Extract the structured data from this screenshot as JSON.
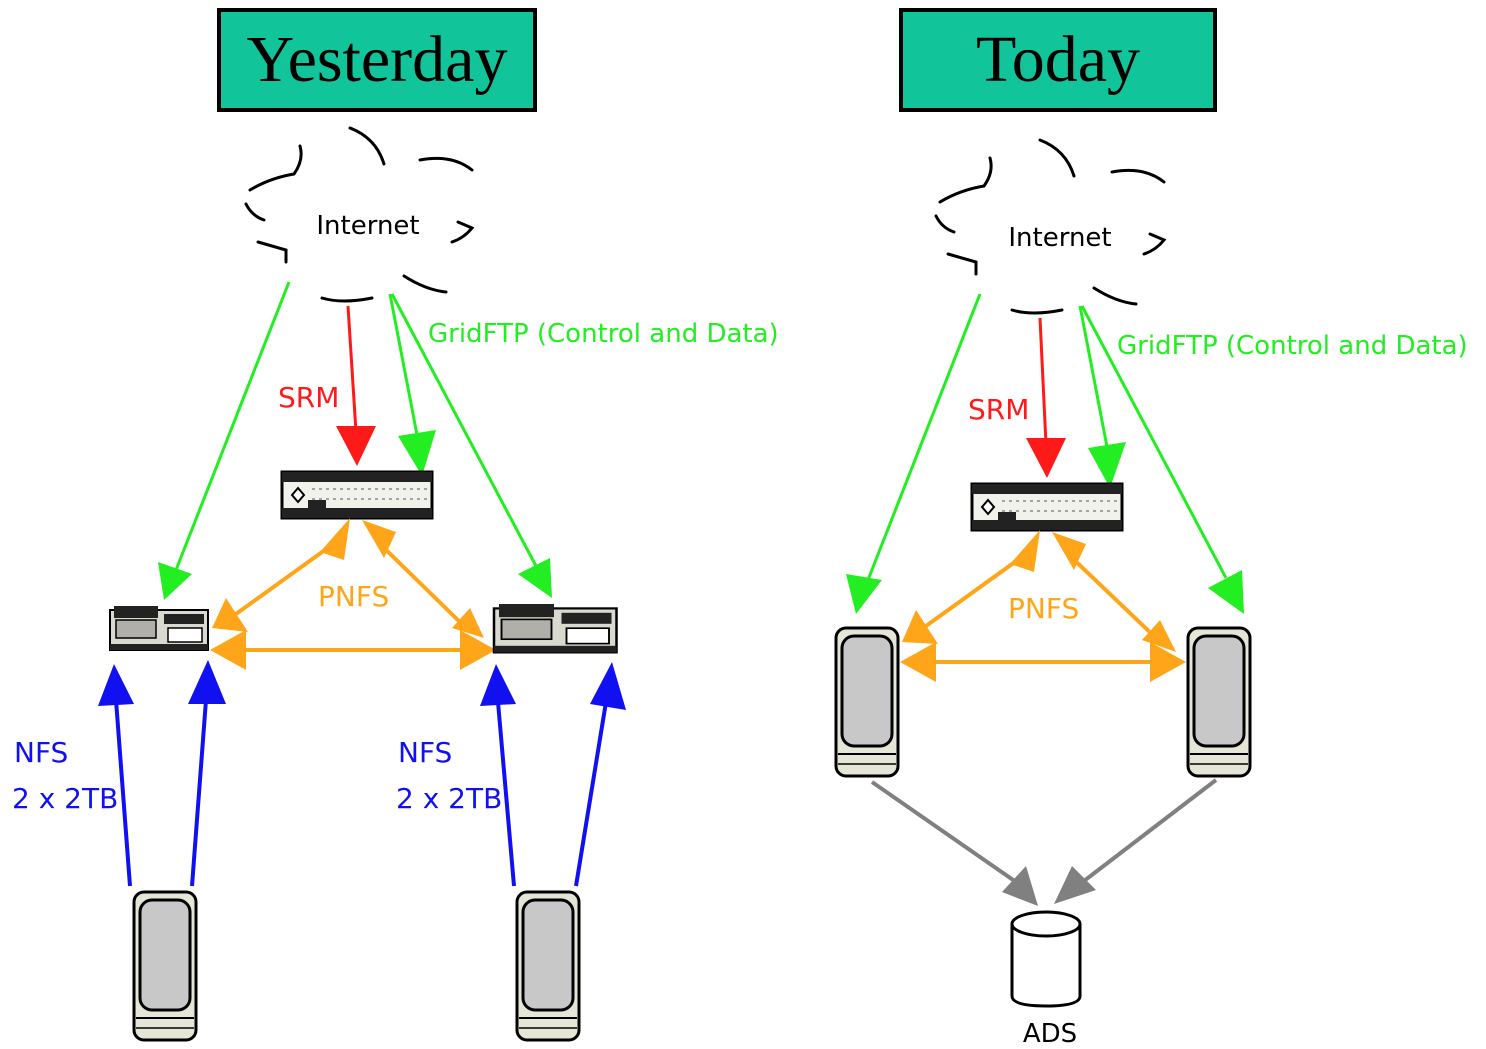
{
  "colors": {
    "title_bg": "#11c49a",
    "gridftp": "#22ee22",
    "srm": "#ff1a1a",
    "pnfs": "#ffa51a",
    "nfs": "#1010f0",
    "ads_link": "#808080"
  },
  "panels": {
    "left": {
      "title": "Yesterday",
      "cloud_label": "Internet",
      "gridftp_label": "GridFTP (Control and Data)",
      "srm_label": "SRM",
      "pnfs_label": "PNFS",
      "nfs_left_line1": "NFS",
      "nfs_left_line2": "2 x 2TB",
      "nfs_right_line1": "NFS",
      "nfs_right_line2": "2 x 2TB"
    },
    "right": {
      "title": "Today",
      "cloud_label": "Internet",
      "gridftp_label": "GridFTP (Control and Data)",
      "srm_label": "SRM",
      "pnfs_label": "PNFS",
      "storage_label": "ADS"
    }
  }
}
